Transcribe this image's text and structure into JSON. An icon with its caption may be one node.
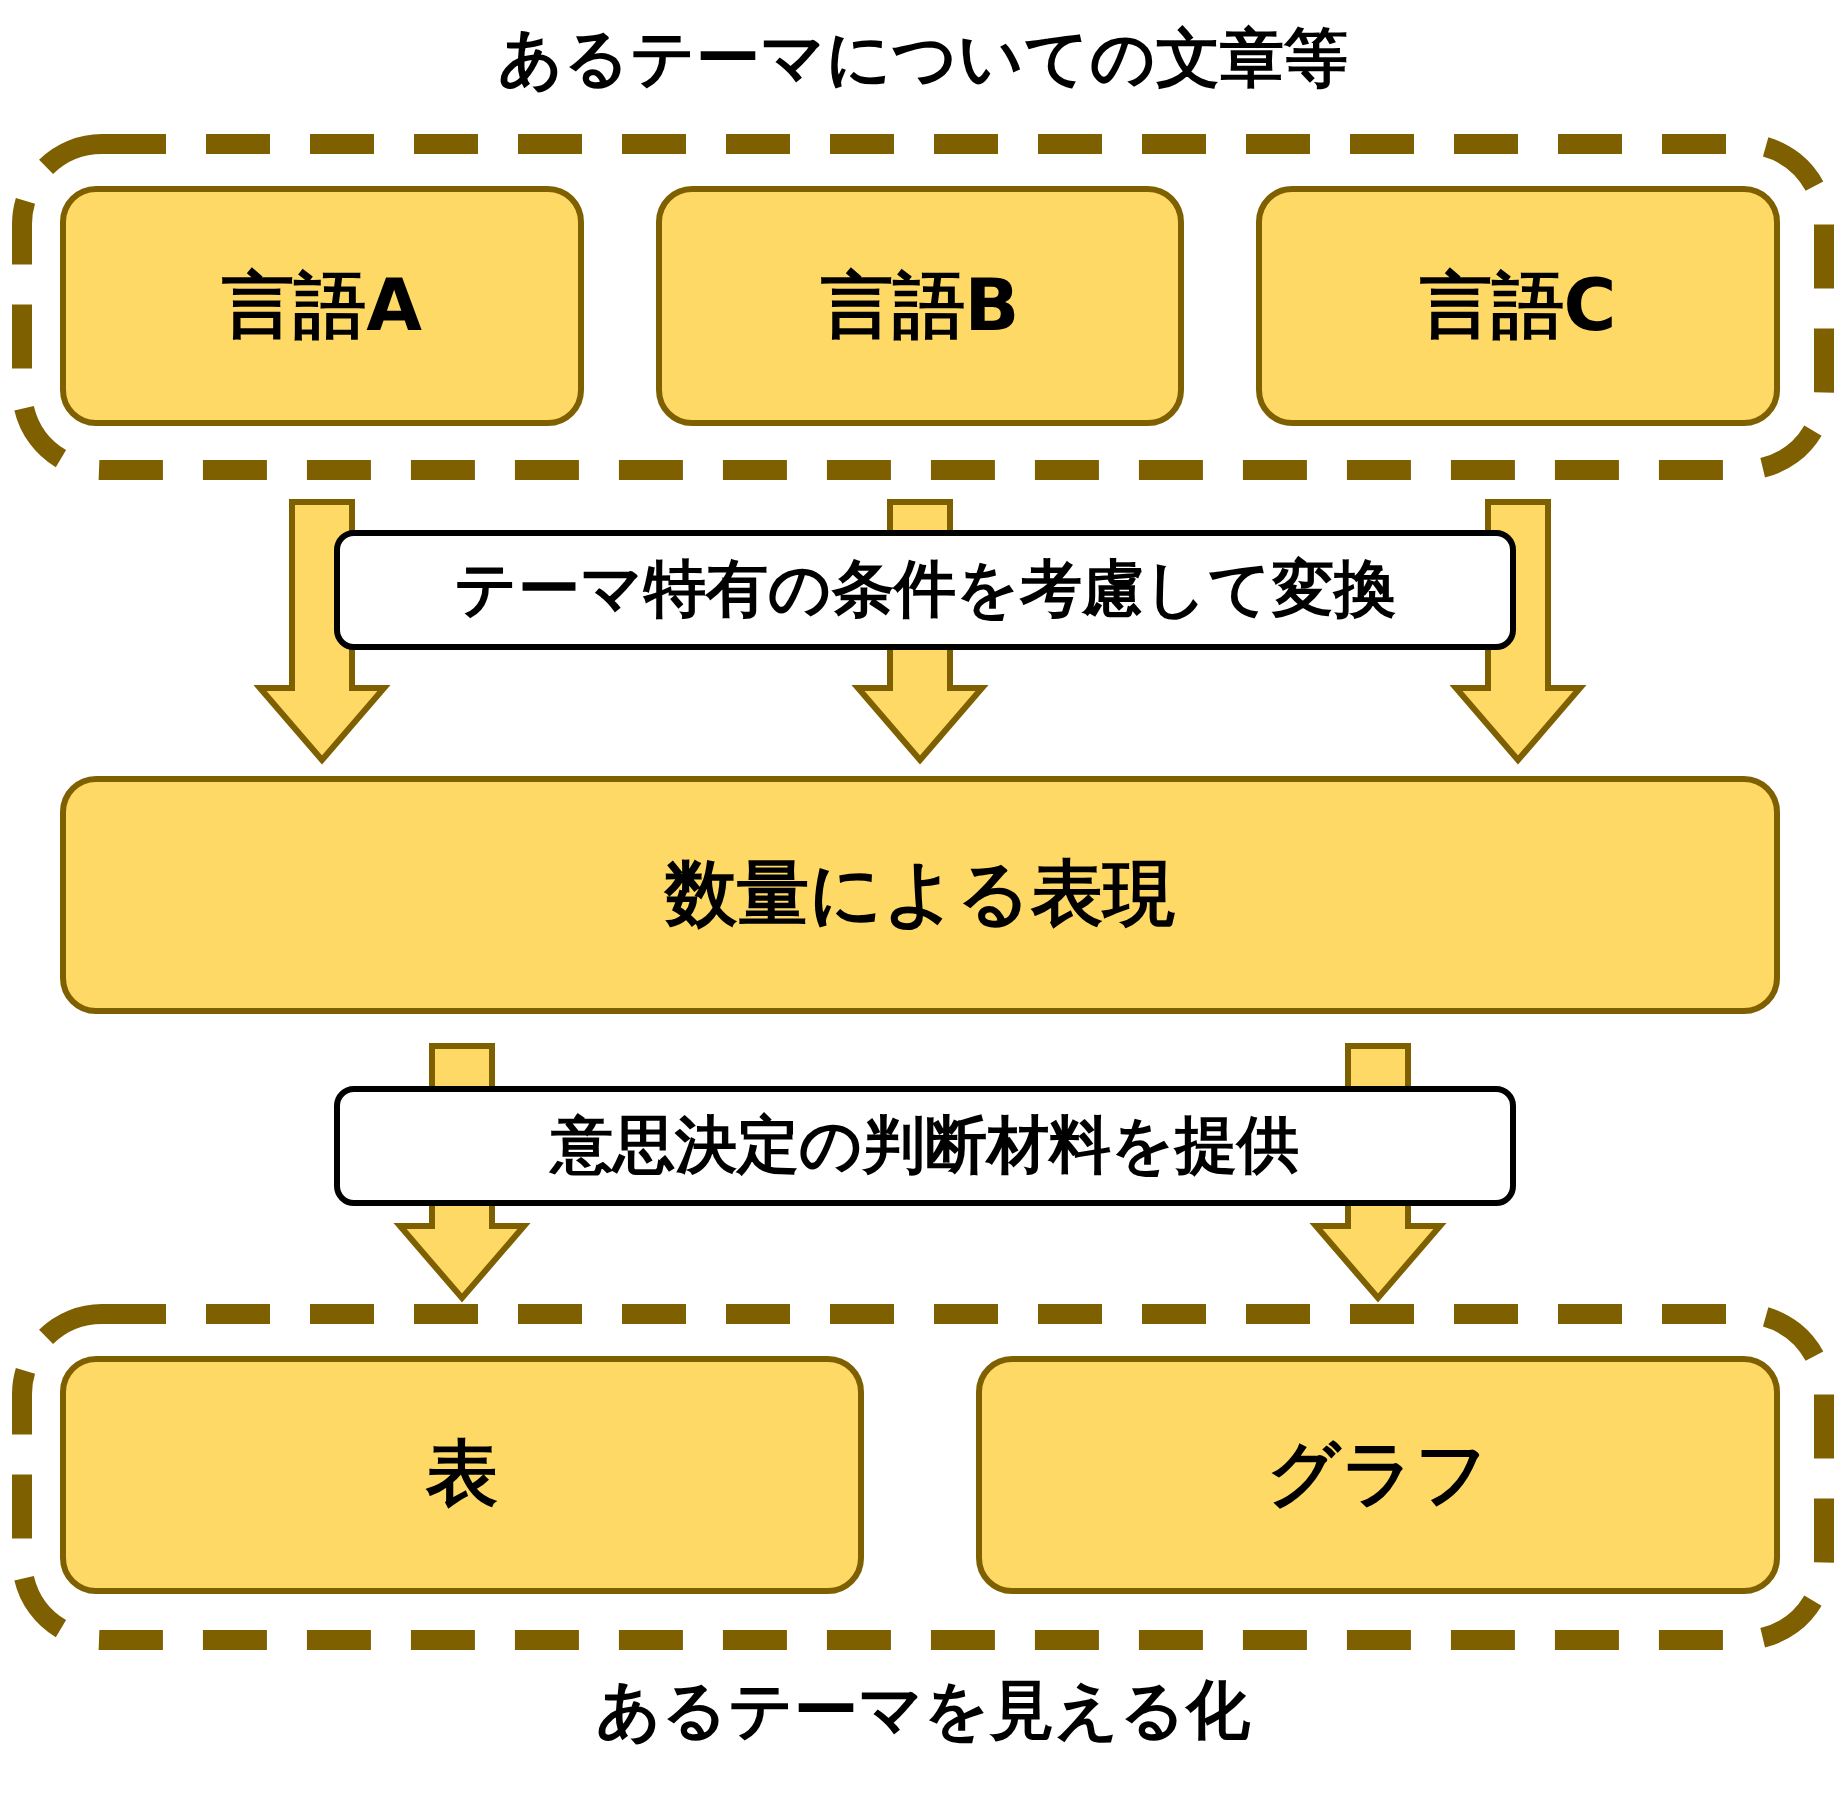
{
  "diagram": {
    "nodes": [
      {
        "text": [
          "あるテーマについての文章等"
        ]
      },
      {
        "text": [
          "言語A"
        ],
        "in": 0
      },
      {
        "text": [
          "言語B"
        ],
        "in": 0
      },
      {
        "text": [
          "言語C"
        ],
        "in": 0
      },
      {
        "text": [
          "テーマ特有の条件を考慮して変換"
        ]
      },
      {
        "text": [
          "数量による表現"
        ]
      },
      {
        "text": [
          "意思決定の判断材料を提供"
        ]
      },
      {
        "text": [
          "あるテーマを見える化"
        ]
      },
      {
        "text": [
          "表"
        ],
        "in": 7
      },
      {
        "text": [
          "グラフ"
        ],
        "in": 7
      }
    ],
    "edges": [
      {
        "from": 1,
        "to": 5,
        "arrow": "to"
      },
      {
        "from": 2,
        "to": 5,
        "arrow": "to"
      },
      {
        "from": 3,
        "to": 5,
        "arrow": "to"
      },
      {
        "from": 5,
        "to": 8,
        "arrow": "to"
      },
      {
        "from": 5,
        "to": 9,
        "arrow": "to"
      }
    ]
  }
}
